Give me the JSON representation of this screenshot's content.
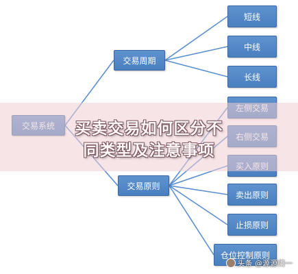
{
  "diagram": {
    "root": "交易系统",
    "branches": [
      {
        "label": "交易周期",
        "children": [
          "短线",
          "中线",
          "长线"
        ]
      },
      {
        "label": "交易原则",
        "children": [
          "左侧交易",
          "右侧交易",
          "买入原则",
          "卖出原则",
          "止损原则",
          "仓位控制原则"
        ]
      }
    ]
  },
  "overlay": {
    "title_line1": "买卖交易如何区分不",
    "title_line2": "同类型及注意事项"
  },
  "watermark": {
    "text": "头条 @源源归一"
  },
  "colors": {
    "box_fill": "#4f86c6",
    "box_border": "#3a67a1",
    "connector": "#5b8fd0"
  }
}
